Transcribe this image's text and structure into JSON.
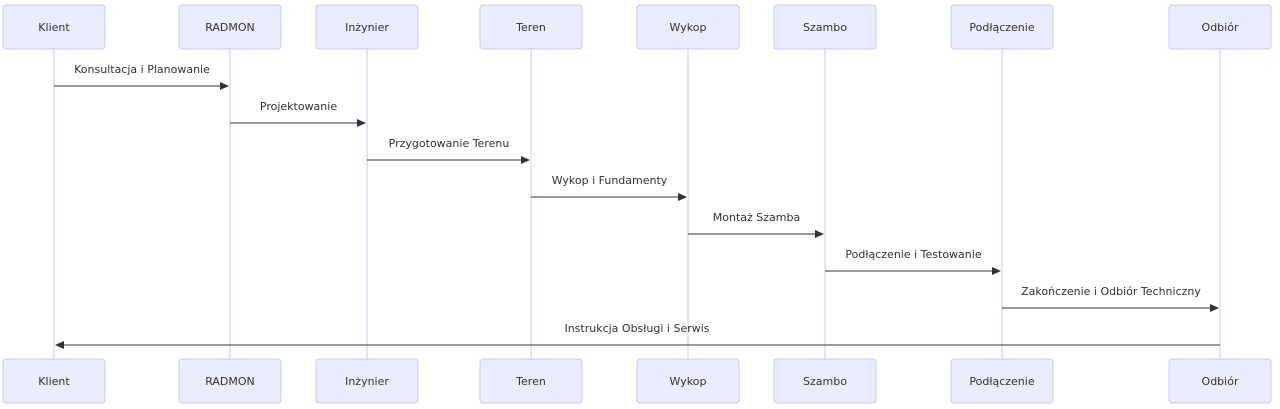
{
  "diagram": {
    "type": "sequence",
    "participants": [
      "Klient",
      "RADMON",
      "Inżynier",
      "Teren",
      "Wykop",
      "Szambo",
      "Podłączenie",
      "Odbiór"
    ],
    "messages": [
      {
        "from": "Klient",
        "to": "RADMON",
        "label": "Konsultacja i Planowanie"
      },
      {
        "from": "RADMON",
        "to": "Inżynier",
        "label": "Projektowanie"
      },
      {
        "from": "Inżynier",
        "to": "Teren",
        "label": "Przygotowanie Terenu"
      },
      {
        "from": "Teren",
        "to": "Wykop",
        "label": "Wykop i Fundamenty"
      },
      {
        "from": "Wykop",
        "to": "Szambo",
        "label": "Montaż Szamba"
      },
      {
        "from": "Szambo",
        "to": "Podłączenie",
        "label": "Podłączenie i Testowanie"
      },
      {
        "from": "Podłączenie",
        "to": "Odbiór",
        "label": "Zakończenie i Odbiór Techniczny"
      },
      {
        "from": "Odbiór",
        "to": "Klient",
        "label": "Instrukcja Obsługi i Serwis"
      }
    ]
  }
}
